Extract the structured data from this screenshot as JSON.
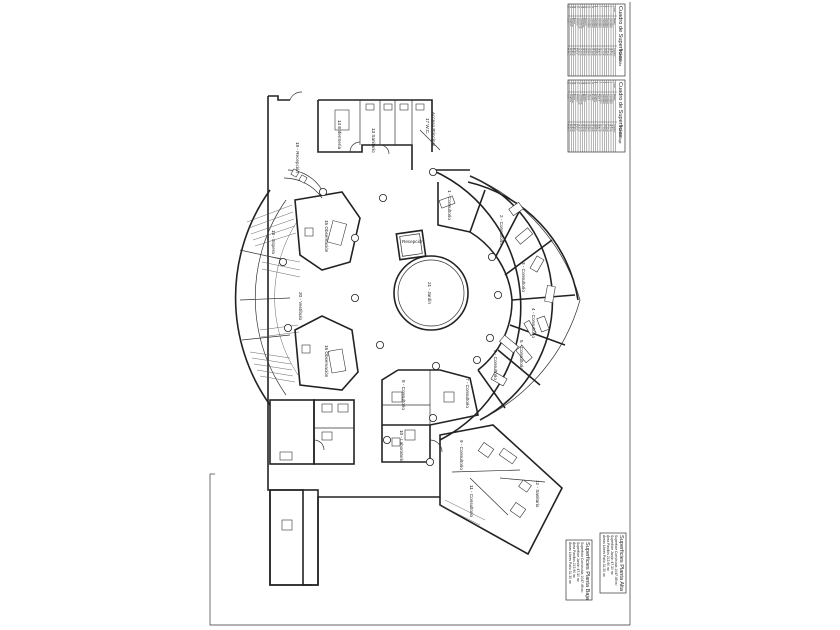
{
  "table_top": {
    "title": "Cuadro de Superficies",
    "subtitle": "Planta Alta",
    "rows": [
      [
        "Cuarto",
        "Nombre",
        "Superficie"
      ],
      [
        "1",
        "Consultorio",
        "14.40 m²"
      ],
      [
        "2",
        "Consultorio",
        "16.17 m²"
      ],
      [
        "3",
        "Consultorio",
        "17.12 m²"
      ],
      [
        "4",
        "Consultorio",
        "16.08 m²"
      ],
      [
        "5",
        "Consultorio",
        "17.12 m²"
      ],
      [
        "6",
        "Consultorio",
        "16.17 m²"
      ],
      [
        "7",
        "Consultorio",
        "14.40 m²"
      ],
      [
        "8",
        "Consultorio",
        "13.54 m²"
      ],
      [
        "9",
        "Consultorio",
        "20.51 m²"
      ],
      [
        "10",
        "Consultorio",
        "23.14 m²"
      ],
      [
        "11",
        "Consultorio",
        "19.92 m²"
      ],
      [
        "12",
        "Consultorio",
        "13.54 m²"
      ],
      [
        "13",
        "Sanitario",
        "12.52 m²"
      ],
      [
        "14",
        "Enfermería",
        "18.32 m²"
      ],
      [
        "15",
        "Observación",
        "15.20 m²"
      ],
      [
        "16",
        "Observación",
        "15.20 m²"
      ],
      [
        "17",
        "Sanitario",
        "8.50 m²"
      ],
      [
        "18",
        "Espera",
        "42.10 m²"
      ],
      [
        "19",
        "Recepción",
        "31.80 m²"
      ],
      [
        "20",
        "Vestíbulo",
        "96.60 m²"
      ],
      [
        "21",
        "Jardín",
        "47.30 m²"
      ]
    ]
  },
  "table_bottom": {
    "title": "Cuadro de Superficies",
    "subtitle": "Planta Baja",
    "rows": [
      [
        "Cuarto",
        "Nombre",
        "Superficie"
      ],
      [
        "1",
        "Consultorio",
        "14.40 m²"
      ],
      [
        "2",
        "Consultorio",
        "16.17 m²"
      ],
      [
        "3",
        "Consultorio",
        "17.12 m²"
      ],
      [
        "4",
        "Consultorio",
        "16.08 m²"
      ],
      [
        "5",
        "Laboratorio",
        "17.12 m²"
      ],
      [
        "6",
        "Laboratorio",
        "16.17 m²"
      ],
      [
        "7",
        "Rayos X",
        "14.40 m²"
      ],
      [
        "8",
        "Sanitario",
        "13.54 m²"
      ],
      [
        "9",
        "Farmacia",
        "20.51 m²"
      ],
      [
        "10",
        "Archivo",
        "23.14 m²"
      ],
      [
        "11",
        "Oficina",
        "19.92 m²"
      ],
      [
        "12",
        "Cocina",
        "13.54 m²"
      ],
      [
        "13",
        "Sanitario",
        "12.52 m²"
      ],
      [
        "14",
        "Almacén",
        "18.32 m²"
      ],
      [
        "15",
        "Observación",
        "15.20 m²"
      ],
      [
        "16",
        "Observación",
        "15.20 m²"
      ],
      [
        "17",
        "Sanitario",
        "8.50 m²"
      ],
      [
        "18",
        "Espera",
        "42.10 m²"
      ],
      [
        "19",
        "Recepción",
        "31.80 m²"
      ],
      [
        "20",
        "Vestíbulo",
        "96.60 m²"
      ],
      [
        "21",
        "Jardín",
        "47.30 m²"
      ]
    ]
  },
  "legend_alta": {
    "title": "Superficies Planta Alta",
    "lines": [
      "Superficie Construida  1047.49 m²",
      "Superficie Jardín  47.30 m²",
      "Área Pasillos  213.90 m²",
      "Áreas Libres Patio  31.30 m²"
    ]
  },
  "legend_baja": {
    "title": "Superficies Planta Baja",
    "lines": [
      "Superficie Construida  1047.49 m²",
      "Superficie Jardín  47.30 m²",
      "Área Pasillos  213.90 m²",
      "Áreas Libres Patio  31.30 m²"
    ]
  },
  "rooms": {
    "jardin": "21 - Jardín",
    "vestibulo": "20 - Vestíbulo",
    "recepcion": "19 - Recepción",
    "espera": "18 - Espera",
    "observacion_a": "15 Observación",
    "observacion_b": "16 Observación",
    "enfermeria": "14 Enfermería",
    "sanitario_a": "13 Sanitario",
    "wc": "17 W.C.",
    "consultorio_1": "1 - Consultorio",
    "consultorio_2": "2 - Consultorio",
    "consultorio_3": "3 - Consultorio",
    "consultorio_4": "4 - Consultorio",
    "consultorio_5": "5 - Consultorio",
    "consultorio_6": "6 - Consultorio",
    "consultorio_7": "7 - Consultorio",
    "consultorio_8": "8 - Consultorio",
    "consultorio_9": "9 - Consultorio",
    "consultorio_10": "10 - Laboratorio",
    "consultorio_11": "11 - Consultorio",
    "consultorio_12": "12 - Sanitario",
    "recep_box": "Recepción",
    "acceso": "Acceso Principal"
  }
}
